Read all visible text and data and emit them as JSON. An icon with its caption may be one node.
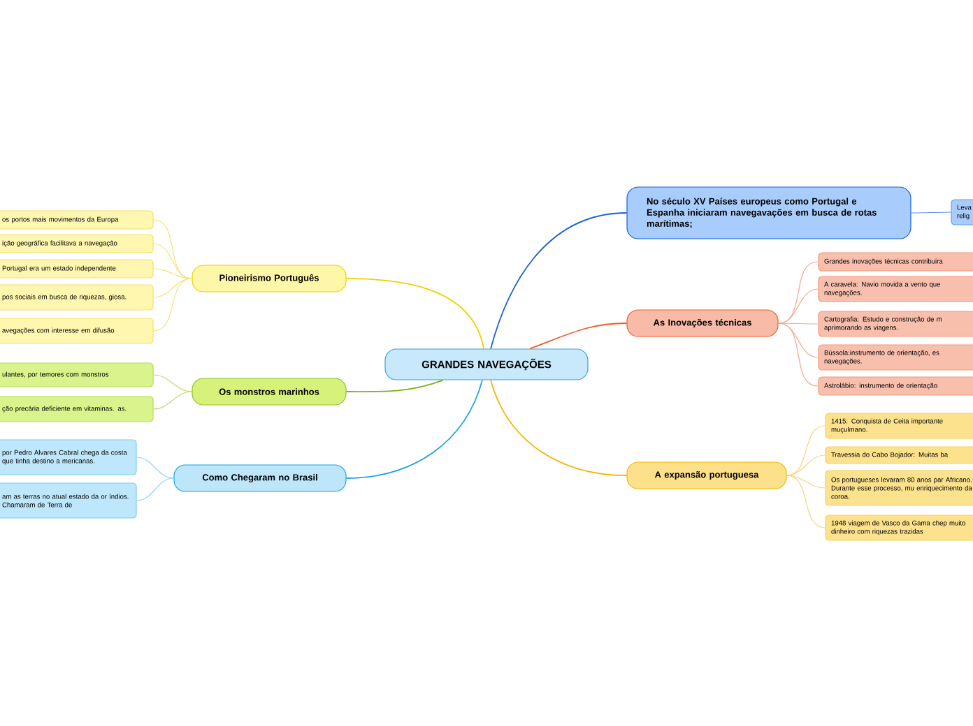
{
  "diagram": {
    "nodes": [
      {
        "text": [
          "GRANDES NAVEGAÇÕES"
        ]
      },
      {
        "text": [
          "No século XV Países europeus como Portugal e Espanha iniciaram navegavações em busca de rotas marítimas;"
        ]
      },
      {
        "text": [
          "Leva relig"
        ]
      },
      {
        "text": [
          "As Inovações técnicas"
        ]
      },
      {
        "text": [
          "Grandes inovações técnicas contribuira"
        ]
      },
      {
        "text": [
          "A caravela: Navio movida a vento que navegações."
        ]
      },
      {
        "text": [
          "Cartografia: Estudo e construção de m aprimorando as viagens."
        ]
      },
      {
        "text": [
          "Bússola:instrumento de orientação, es navegações."
        ]
      },
      {
        "text": [
          "Astrolábio: instrumento de orientação"
        ]
      },
      {
        "text": [
          "A expansão portuguesa"
        ]
      },
      {
        "text": [
          "1415: Conquista de Ceita importante muçulmano."
        ]
      },
      {
        "text": [
          "Travessia do Cabo Bojador: Muitas ba"
        ]
      },
      {
        "text": [
          "Os portugueses levaram 80 anos par Africano. Durante esse processo, mu enriquecimento da coroa."
        ]
      },
      {
        "text": [
          "1948 viagem de Vasco da Gama chep muito dinheiro com riquezas trazidas"
        ]
      },
      {
        "text": [
          "Pioneirismo Português"
        ]
      },
      {
        "text": [
          "os portos mais movimentos da Europa"
        ]
      },
      {
        "text": [
          "ição geográfica facilitava a navegação"
        ]
      },
      {
        "text": [
          "Portugal era um estado independente"
        ]
      },
      {
        "text": [
          "pos sociais em busca de riquezas, giosa."
        ]
      },
      {
        "text": [
          "avegações com interesse em difusão"
        ]
      },
      {
        "text": [
          "Os monstros marinhos"
        ]
      },
      {
        "text": [
          "ulantes, por temores com monstros"
        ]
      },
      {
        "text": [
          "ção precária deficiente em vitaminas. as."
        ]
      },
      {
        "text": [
          "Como Chegaram no Brasil"
        ]
      },
      {
        "text": [
          "por Pedro Alvares Cabral chega da costa que tinha destino a mericanas."
        ]
      },
      {
        "text": [
          "am as terras no atual estado da or índios. Chamaram de Terra de"
        ]
      }
    ],
    "edges": [
      {
        "from": 0,
        "to": 1,
        "arrow": "none",
        "color": "#1a5fd6"
      },
      {
        "from": 1,
        "to": 2,
        "arrow": "none",
        "color": "#5b8fe0"
      },
      {
        "from": 0,
        "to": 3,
        "arrow": "none",
        "color": "#f05a28"
      },
      {
        "from": 3,
        "to": 4,
        "arrow": "none",
        "color": "#f6a48a"
      },
      {
        "from": 3,
        "to": 5,
        "arrow": "none",
        "color": "#f6a48a"
      },
      {
        "from": 3,
        "to": 6,
        "arrow": "none",
        "color": "#f6a48a"
      },
      {
        "from": 3,
        "to": 7,
        "arrow": "none",
        "color": "#f6a48a"
      },
      {
        "from": 3,
        "to": 8,
        "arrow": "none",
        "color": "#f6a48a"
      },
      {
        "from": 0,
        "to": 9,
        "arrow": "none",
        "color": "#f7b000"
      },
      {
        "from": 9,
        "to": 10,
        "arrow": "none",
        "color": "#f9d37a"
      },
      {
        "from": 9,
        "to": 11,
        "arrow": "none",
        "color": "#f9d37a"
      },
      {
        "from": 9,
        "to": 12,
        "arrow": "none",
        "color": "#f9d37a"
      },
      {
        "from": 9,
        "to": 13,
        "arrow": "none",
        "color": "#f9d37a"
      },
      {
        "from": 0,
        "to": 14,
        "arrow": "none",
        "color": "#f0d000"
      },
      {
        "from": 14,
        "to": 15,
        "arrow": "none",
        "color": "#f5e27a"
      },
      {
        "from": 14,
        "to": 16,
        "arrow": "none",
        "color": "#f5e27a"
      },
      {
        "from": 14,
        "to": 17,
        "arrow": "none",
        "color": "#f5e27a"
      },
      {
        "from": 14,
        "to": 18,
        "arrow": "none",
        "color": "#f5e27a"
      },
      {
        "from": 14,
        "to": 19,
        "arrow": "none",
        "color": "#f5e27a"
      },
      {
        "from": 0,
        "to": 20,
        "arrow": "none",
        "color": "#7ab317"
      },
      {
        "from": 20,
        "to": 21,
        "arrow": "none",
        "color": "#b8dc6a"
      },
      {
        "from": 20,
        "to": 22,
        "arrow": "none",
        "color": "#b8dc6a"
      },
      {
        "from": 0,
        "to": 23,
        "arrow": "none",
        "color": "#1aa1e2"
      },
      {
        "from": 23,
        "to": 24,
        "arrow": "none",
        "color": "#8fd3f3"
      },
      {
        "from": 23,
        "to": 25,
        "arrow": "none",
        "color": "#8fd3f3"
      }
    ]
  }
}
